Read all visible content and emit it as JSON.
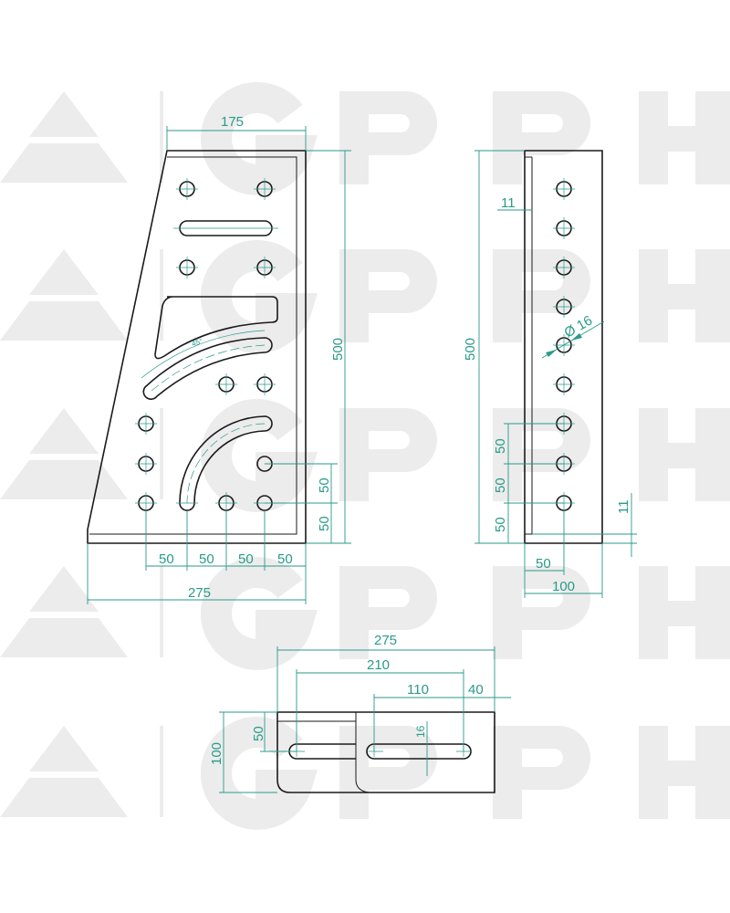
{
  "watermark": {
    "text": "GPPH",
    "color": "#ececec"
  },
  "colors": {
    "dimension": "#2a9a8a",
    "outline": "#1a1a1a"
  },
  "front_view": {
    "dims": {
      "top_width": "175",
      "height": "500",
      "bottom_width": "275",
      "spacing_1": "50",
      "spacing_2": "50",
      "spacing_3": "50",
      "spacing_4": "50",
      "v_spacing_1": "50",
      "v_spacing_2": "50",
      "angle": "45°"
    }
  },
  "side_view": {
    "dims": {
      "height": "500",
      "wall": "11",
      "hole_dia": "Ø 16",
      "v_spacing_1": "50",
      "v_spacing_2": "50",
      "v_spacing_3": "50",
      "base": "11",
      "hole_offset": "50",
      "width": "100"
    }
  },
  "bottom_view": {
    "dims": {
      "length": "275",
      "slot_span": "210",
      "slot_length": "110",
      "end_offset": "40",
      "depth": "100",
      "slot_offset": "50",
      "slot_width": "16"
    }
  }
}
